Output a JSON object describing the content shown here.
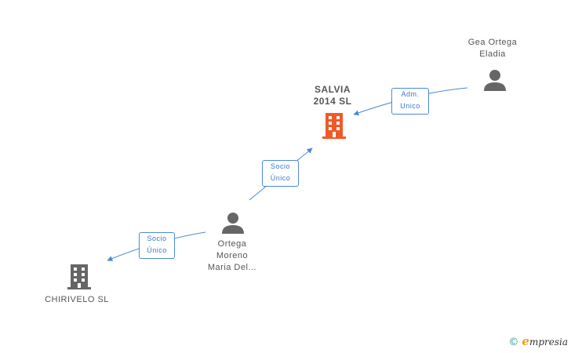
{
  "nodes": {
    "salvia": {
      "label": "SALVIA\n2014  SL",
      "kind": "company",
      "color": "#f05a28"
    },
    "chirivelo": {
      "label": "CHIRIVELO SL",
      "kind": "company",
      "color": "#666666"
    },
    "gea": {
      "label": "Gea Ortega\nEladia",
      "kind": "person",
      "color": "#666666"
    },
    "ortega": {
      "label": "Ortega\nMoreno\nMaria Del...",
      "kind": "person",
      "color": "#666666"
    }
  },
  "edges": {
    "gea_salvia": {
      "label": "Adm.\nUnico"
    },
    "ortega_salvia": {
      "label": "Socio\nÚnico"
    },
    "ortega_chirivelo": {
      "label": "Socio\nÚnico"
    }
  },
  "colors": {
    "edge": "#4a89dc"
  },
  "brand": {
    "symbol": "©",
    "initial": "e",
    "rest": "mpresia"
  }
}
